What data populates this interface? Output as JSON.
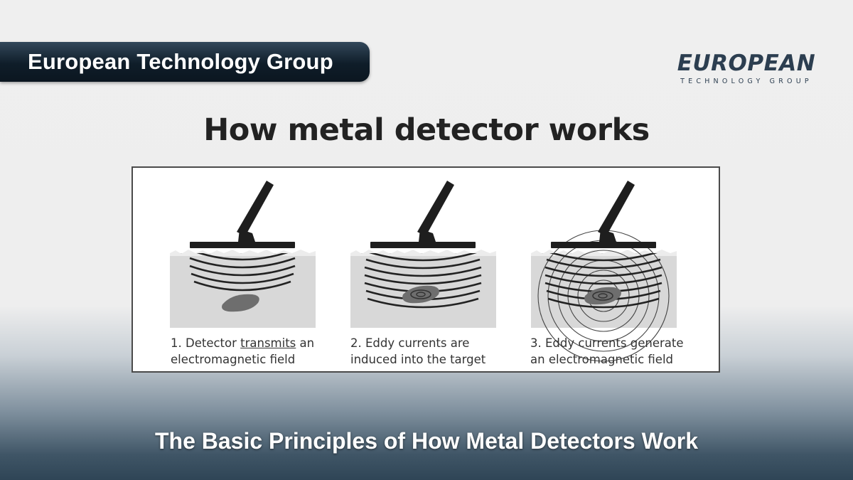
{
  "header": {
    "brand_bar_text": "European Technology Group"
  },
  "logo": {
    "wordmark": "EUROPEAN",
    "tagline": "TECHNOLOGY GROUP",
    "color": "#2c3e50",
    "accent": "#3a79b8"
  },
  "main_title": "How metal detector works",
  "panels": [
    {
      "step": "1. Detector ",
      "underlined": "transmits",
      "line1_rest": " an",
      "line2": "electromagnetic field"
    },
    {
      "step": "2. Eddy currents are",
      "underlined": "",
      "line1_rest": "",
      "line2": "induced into the target"
    },
    {
      "step": "3. Eddy currents generate",
      "underlined": "",
      "line1_rest": "",
      "line2": "an electromagnetic field"
    }
  ],
  "footer_title": "The Basic Principles of How Metal Detectors Work"
}
